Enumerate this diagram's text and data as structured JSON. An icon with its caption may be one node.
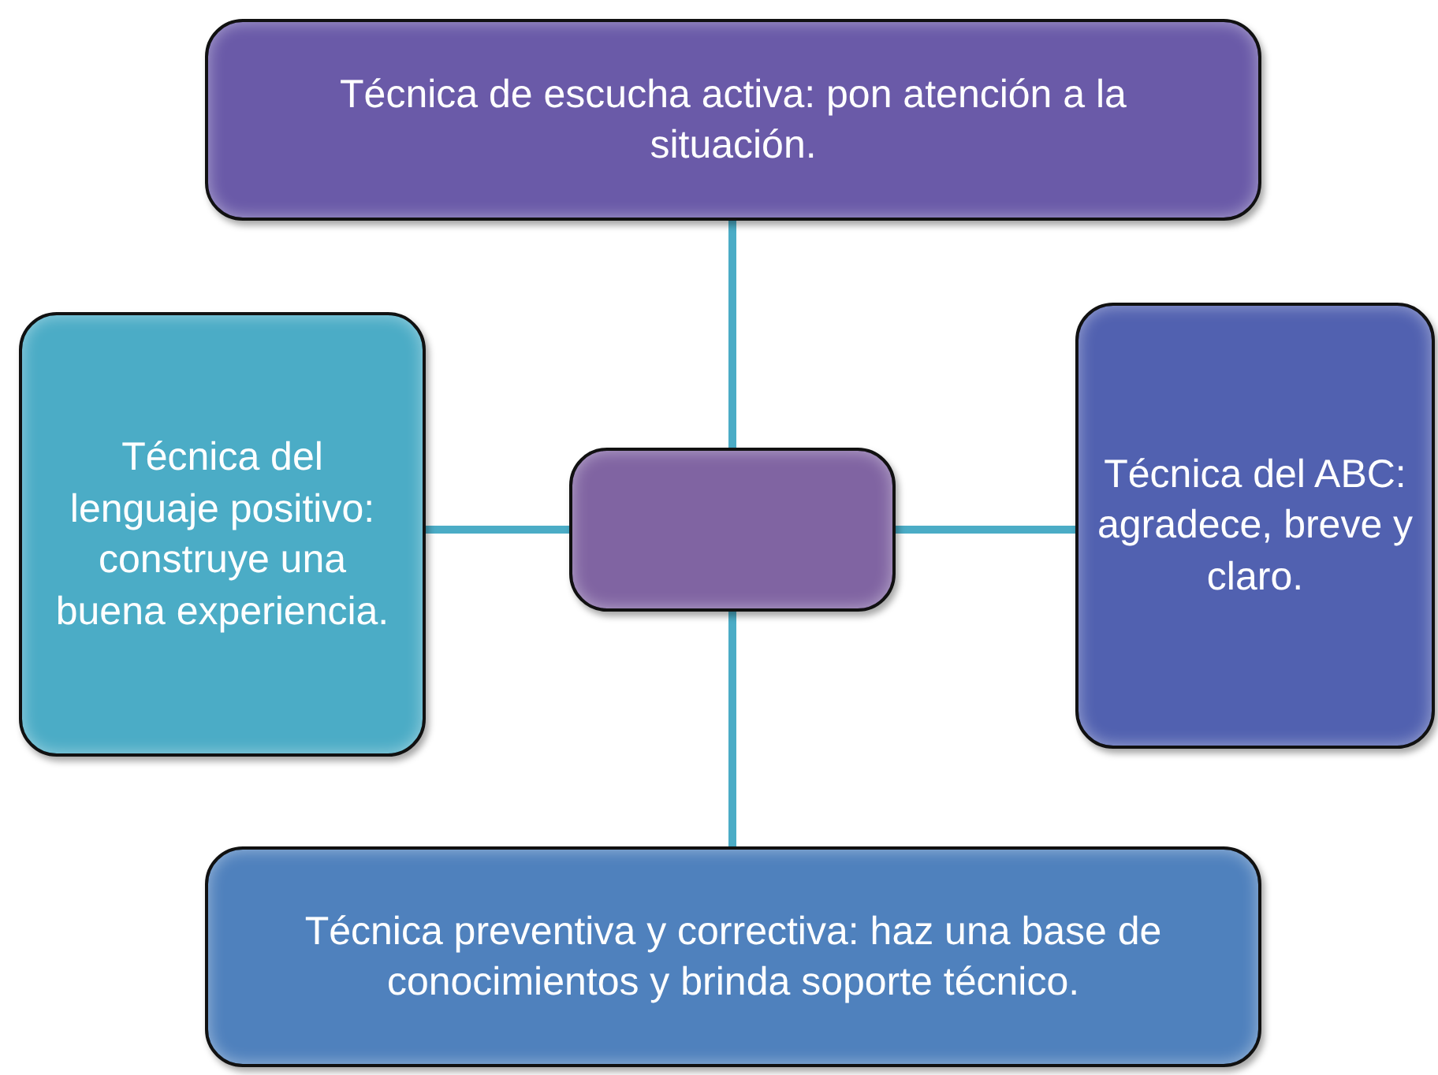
{
  "diagram": {
    "nodes": [
      {
        "text": [
          "Técnica de escucha activa: pon atención a la situación."
        ]
      },
      {
        "text": [
          "Técnica del lenguaje positivo: construye una buena experiencia."
        ]
      },
      {
        "text": [],
        "shape": "box"
      },
      {
        "text": [
          "Técnica del ABC: agradece, breve y claro."
        ]
      },
      {
        "text": [
          "Técnica preventiva y correctiva: haz una base de conocimientos y brinda soporte técnico."
        ]
      }
    ],
    "edges": [
      {
        "from": 2,
        "to": 0,
        "arrow": "none"
      },
      {
        "from": 2,
        "to": 1,
        "arrow": "none"
      },
      {
        "from": 2,
        "to": 3,
        "arrow": "none"
      },
      {
        "from": 2,
        "to": 4,
        "arrow": "none"
      }
    ]
  }
}
